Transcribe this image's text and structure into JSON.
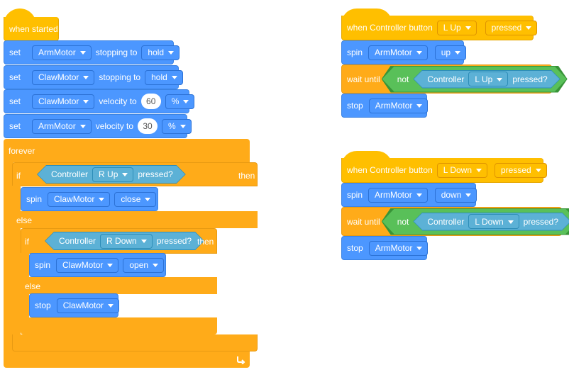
{
  "main_script": {
    "hat_label": "when started",
    "set_label": "set",
    "arm_motor": "ArmMotor",
    "claw_motor": "ClawMotor",
    "stopping_to": "stopping to",
    "velocity_to": "velocity to",
    "hold": "hold",
    "arm_velocity": "60",
    "claw_velocity": "30",
    "percent": "%",
    "forever": "forever",
    "if": "if",
    "then": "then",
    "else": "else",
    "controller": "Controller",
    "r_up": "R Up",
    "r_down": "R Down",
    "pressed_q": "pressed?",
    "spin": "spin",
    "stop": "stop",
    "close": "close",
    "open": "open",
    "loop_icon": "loop-arrow-icon"
  },
  "lup_script": {
    "hat_label": "when Controller button",
    "button": "L Up",
    "event": "pressed",
    "spin": "spin",
    "motor": "ArmMotor",
    "direction": "up",
    "wait_until": "wait until",
    "not": "not",
    "controller": "Controller",
    "pressed_q": "pressed?",
    "stop": "stop"
  },
  "ldown_script": {
    "hat_label": "when Controller button",
    "button": "L Down",
    "event": "pressed",
    "spin": "spin",
    "motor": "ArmMotor",
    "direction": "down",
    "wait_until": "wait until",
    "not": "not",
    "controller": "Controller",
    "pressed_q": "pressed?",
    "stop": "stop"
  },
  "colors": {
    "events": "#ffbf00",
    "control": "#ffab19",
    "motion": "#4c97ff",
    "sensing": "#5cb1d6",
    "operators": "#59c059"
  }
}
